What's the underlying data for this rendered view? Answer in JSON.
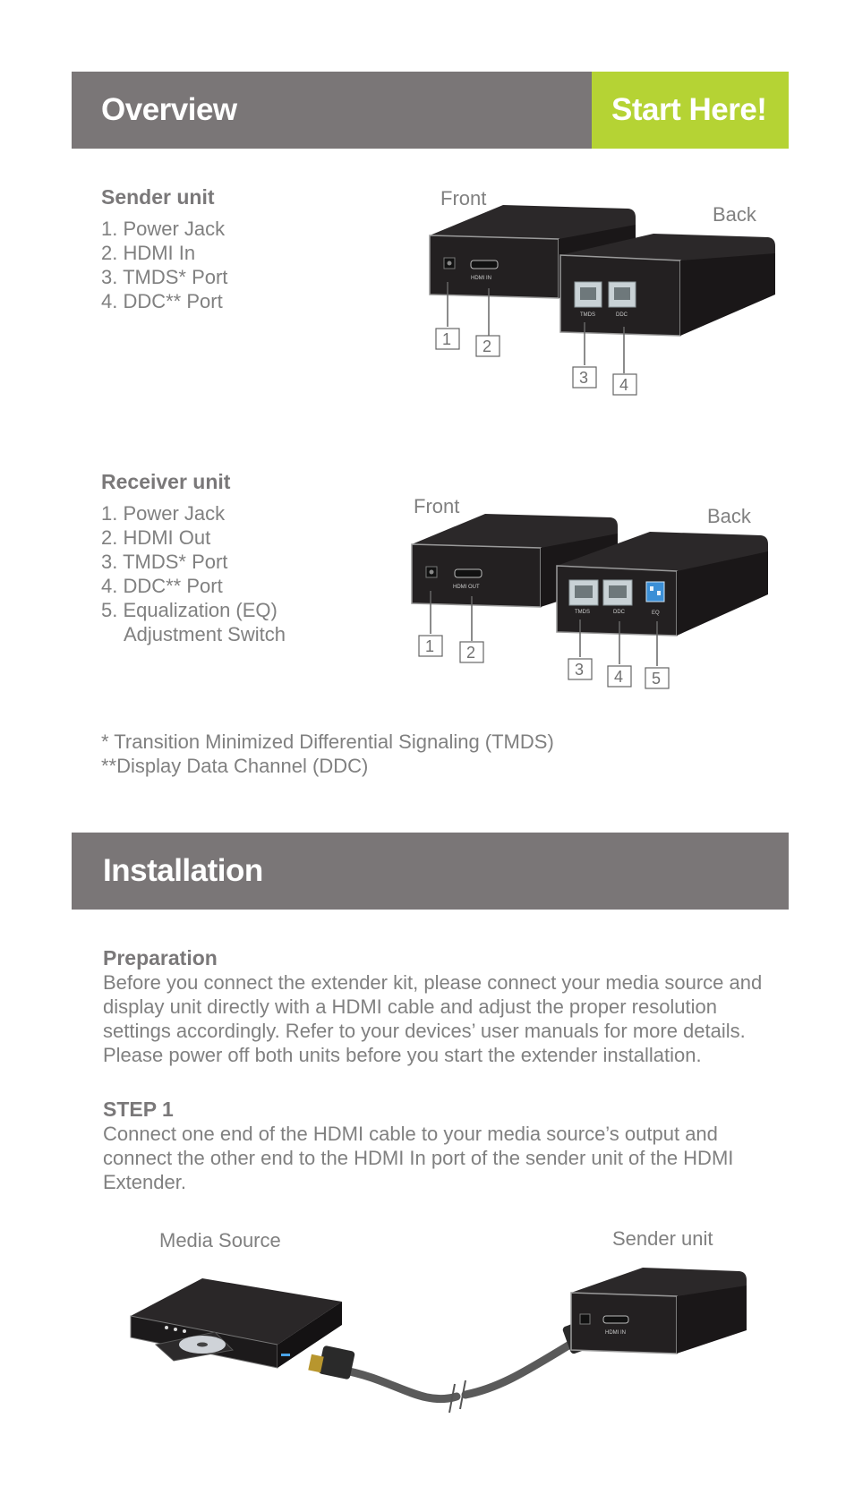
{
  "overview": {
    "title": "Overview",
    "badge": "Start Here!"
  },
  "sender": {
    "heading": "Sender unit",
    "items": [
      "1. Power Jack",
      "2. HDMI In",
      "3. TMDS* Port",
      "4. DDC** Port"
    ],
    "front_label": "Front",
    "back_label": "Back",
    "port_hdmi": "HDMI IN",
    "port_tmds": "TMDS",
    "port_ddc": "DDC",
    "callouts": [
      "1",
      "2",
      "3",
      "4"
    ]
  },
  "receiver": {
    "heading": "Receiver unit",
    "items": [
      "1. Power Jack",
      "2. HDMI Out",
      "3. TMDS* Port",
      "4. DDC** Port",
      "5. Equalization (EQ)",
      "Adjustment Switch"
    ],
    "front_label": "Front",
    "back_label": "Back",
    "port_hdmi": "HDMI OUT",
    "port_tmds": "TMDS",
    "port_ddc": "DDC",
    "port_eq": "EQ",
    "callouts": [
      "1",
      "2",
      "3",
      "4",
      "5"
    ]
  },
  "footnotes": [
    "* Transition Minimized Differential Signaling (TMDS)",
    "**Display Data Channel (DDC)"
  ],
  "installation": {
    "title": "Installation",
    "preparation_heading": "Preparation",
    "preparation_text": "Before you connect the extender kit, please connect your media source and display unit directly with a HDMI cable and adjust the proper resolution settings accordingly. Refer to your devices’ user manuals for more details. Please power off both units before you start the extender installation.",
    "step1_heading": "STEP 1",
    "step1_text": "Connect one end of the HDMI cable to your media source’s output and connect the other end to the HDMI In port of the sender unit of the HDMI Extender.",
    "media_source_label": "Media Source",
    "sender_unit_label": "Sender unit",
    "sender_port_label": "HDMI IN"
  }
}
